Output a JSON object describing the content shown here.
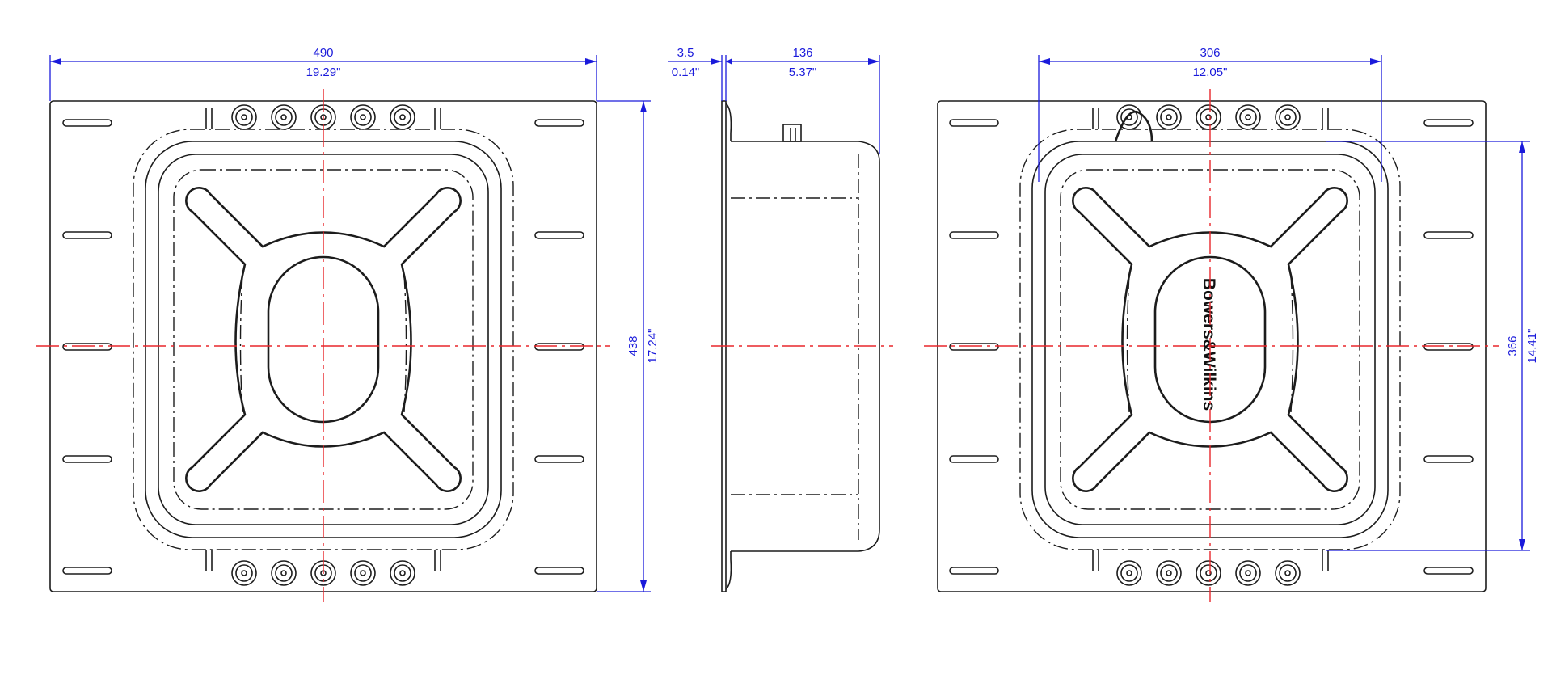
{
  "front_view": {
    "width_mm": "490",
    "width_in": "19.29\"",
    "height_mm": "438",
    "height_in": "17.24\""
  },
  "side_view": {
    "flange_mm": "3.5",
    "flange_in": "0.14\"",
    "depth_mm": "136",
    "depth_in": "5.37\""
  },
  "rear_view": {
    "width_mm": "306",
    "width_in": "12.05\"",
    "height_mm": "366",
    "height_in": "14.41\"",
    "brand_text": "Bowers&Wilkins"
  },
  "colors": {
    "outline": "#1c1c1c",
    "dimension": "#1a1adb",
    "centerline": "#e8262b"
  }
}
